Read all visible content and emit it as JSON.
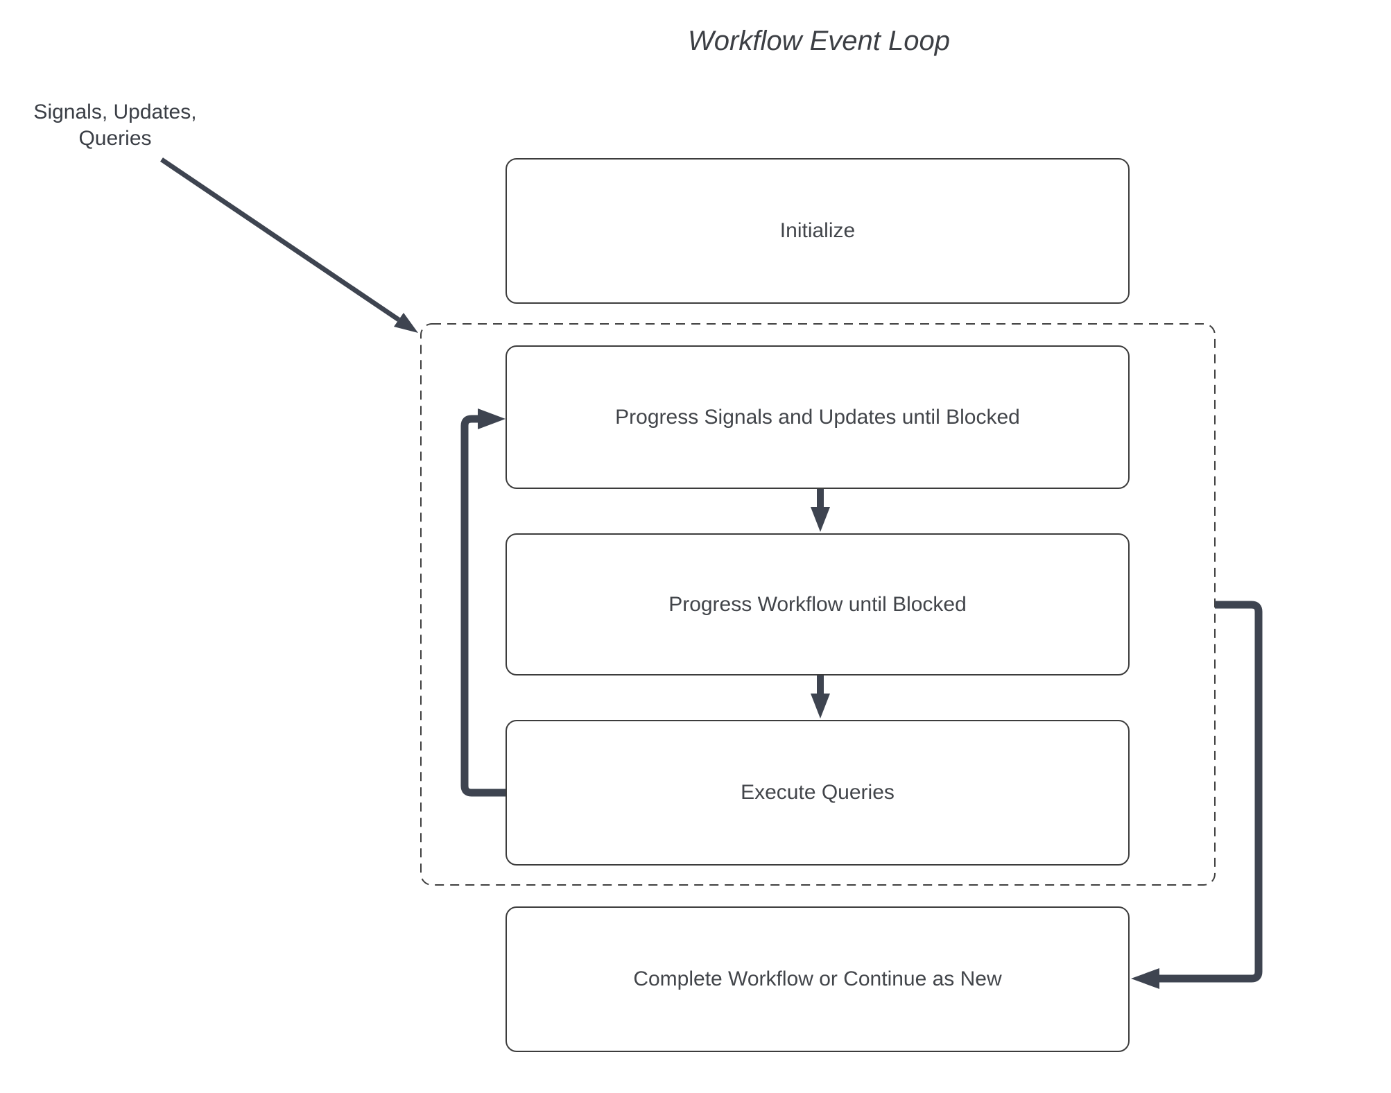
{
  "title": "Workflow Event Loop",
  "external_input": {
    "line1": "Signals, Updates,",
    "line2": "Queries"
  },
  "nodes": {
    "initialize": "Initialize",
    "progress_signals": "Progress Signals and Updates until Blocked",
    "progress_workflow": "Progress Workflow until Blocked",
    "execute_queries": "Execute Queries",
    "complete": "Complete Workflow or Continue as New"
  },
  "edges": [
    {
      "from": "signals-updates-queries-label",
      "to": "event-loop-group",
      "style": "thin-diagonal-arrow"
    },
    {
      "from": "progress_signals",
      "to": "progress_workflow",
      "style": "thick-down-arrow"
    },
    {
      "from": "progress_workflow",
      "to": "execute_queries",
      "style": "thick-down-arrow"
    },
    {
      "from": "execute_queries",
      "to": "progress_signals",
      "style": "thick-left-loop-arrow"
    },
    {
      "from": "event-loop-group",
      "to": "complete",
      "style": "thick-right-side-arrow"
    }
  ],
  "colors": {
    "background": "#ffffff",
    "arrow": "#3e4450",
    "box_border": "#3c3c3c",
    "dashed_border": "#3f3f3f",
    "text": "#42454a"
  }
}
